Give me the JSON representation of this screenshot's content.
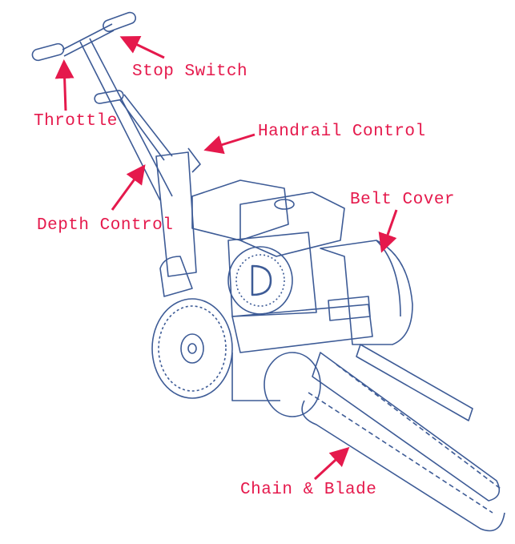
{
  "colors": {
    "label": "#e5194c",
    "drawing": "#3d5b96"
  },
  "labels": {
    "stop_switch": "Stop Switch",
    "throttle": "Throttle",
    "handrail_control": "Handrail Control",
    "belt_cover": "Belt Cover",
    "depth_control": "Depth Control",
    "chain_blade": "Chain & Blade"
  },
  "engine_badge": "D"
}
